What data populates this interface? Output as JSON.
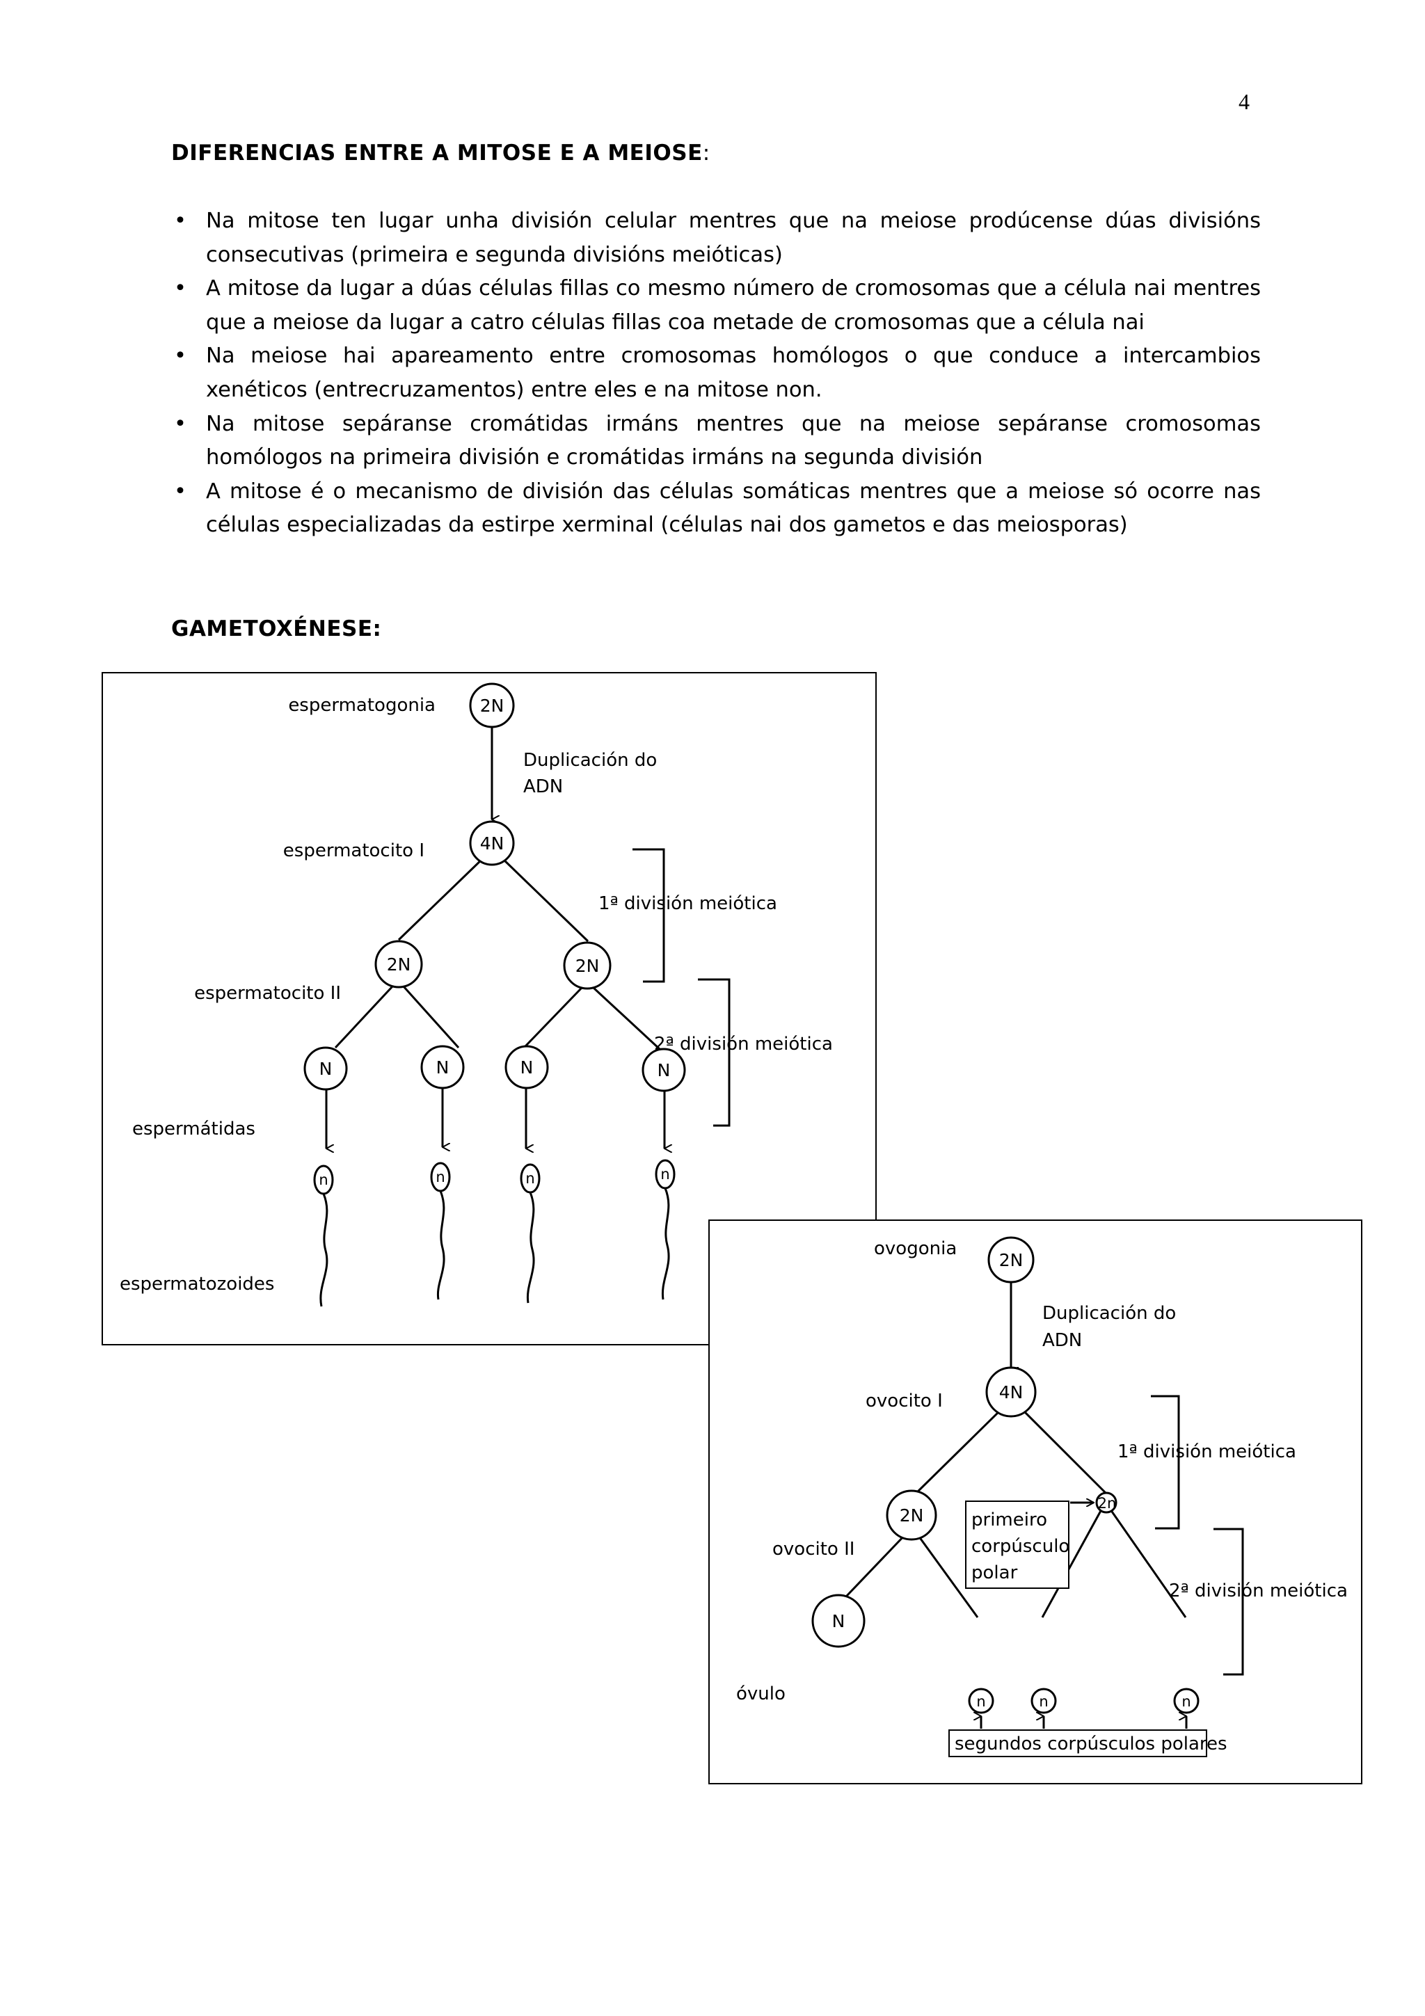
{
  "page_number": "4",
  "section1": {
    "title": "DIFERENCIAS ENTRE A MITOSE E A MEIOSE",
    "colon": ":",
    "bullets": [
      "Na mitose ten lugar unha división celular mentres que na meiose prodúcense dúas divisións consecutivas (primeira e segunda divisións meióticas)",
      "A mitose da lugar a dúas células fillas co mesmo número de cromosomas que a célula nai mentres que a meiose da lugar a catro células fillas coa metade de cromosomas que a célula nai",
      "Na meiose hai apareamento entre cromosomas homólogos o que conduce a intercambios xenéticos (entrecruzamentos) entre eles e na mitose non.",
      "Na mitose sepáranse cromátidas irmáns mentres que na meiose sepáranse cromosomas homólogos na primeira división e cromátidas irmáns na segunda división",
      "A mitose é o mecanismo de división das células somáticas mentres que a meiose só ocorre nas células especializadas da estirpe xerminal (células nai dos gametos e das meiosporas)"
    ]
  },
  "section2": {
    "title": "GAMETOXÉNESE:"
  },
  "spermatogenesis": {
    "labels": {
      "espermatogonia": "espermatogonia",
      "espermatocito1": "espermatocito I",
      "espermatocito2": "espermatocito II",
      "espermatidas": "espermátidas",
      "espermatozoides": "espermatozoides",
      "dup_line1": "Duplicación do",
      "dup_line2": "ADN",
      "div1": "1ª división meiótica",
      "div2": "2ª división meiótica"
    },
    "cells": {
      "gonia": "2N",
      "cito1": "4N",
      "cito2": [
        "2N",
        "2N"
      ],
      "tidas": [
        "N",
        "N",
        "N",
        "N"
      ],
      "zoides": [
        "n",
        "n",
        "n",
        "n"
      ]
    }
  },
  "oogenesis": {
    "labels": {
      "ovogonia": "ovogonia",
      "ovocito1": "ovocito I",
      "ovocito2": "ovocito II",
      "ovulo": "óvulo",
      "dup_line1": "Duplicación do",
      "dup_line2": "ADN",
      "div1": "1ª división meiótica",
      "div2": "2ª división meiótica",
      "corpusculo1_line1": "primeiro",
      "corpusculo1_line2": "corpúsculo",
      "corpusculo1_line3": "polar",
      "corpusculos2": "segundos corpúsculos polares"
    },
    "cells": {
      "gonia": "2N",
      "cito1": "4N",
      "cito2": "2N",
      "polar1": "2n",
      "ovulo": "N",
      "polar2": [
        "n",
        "n",
        "n"
      ]
    }
  }
}
